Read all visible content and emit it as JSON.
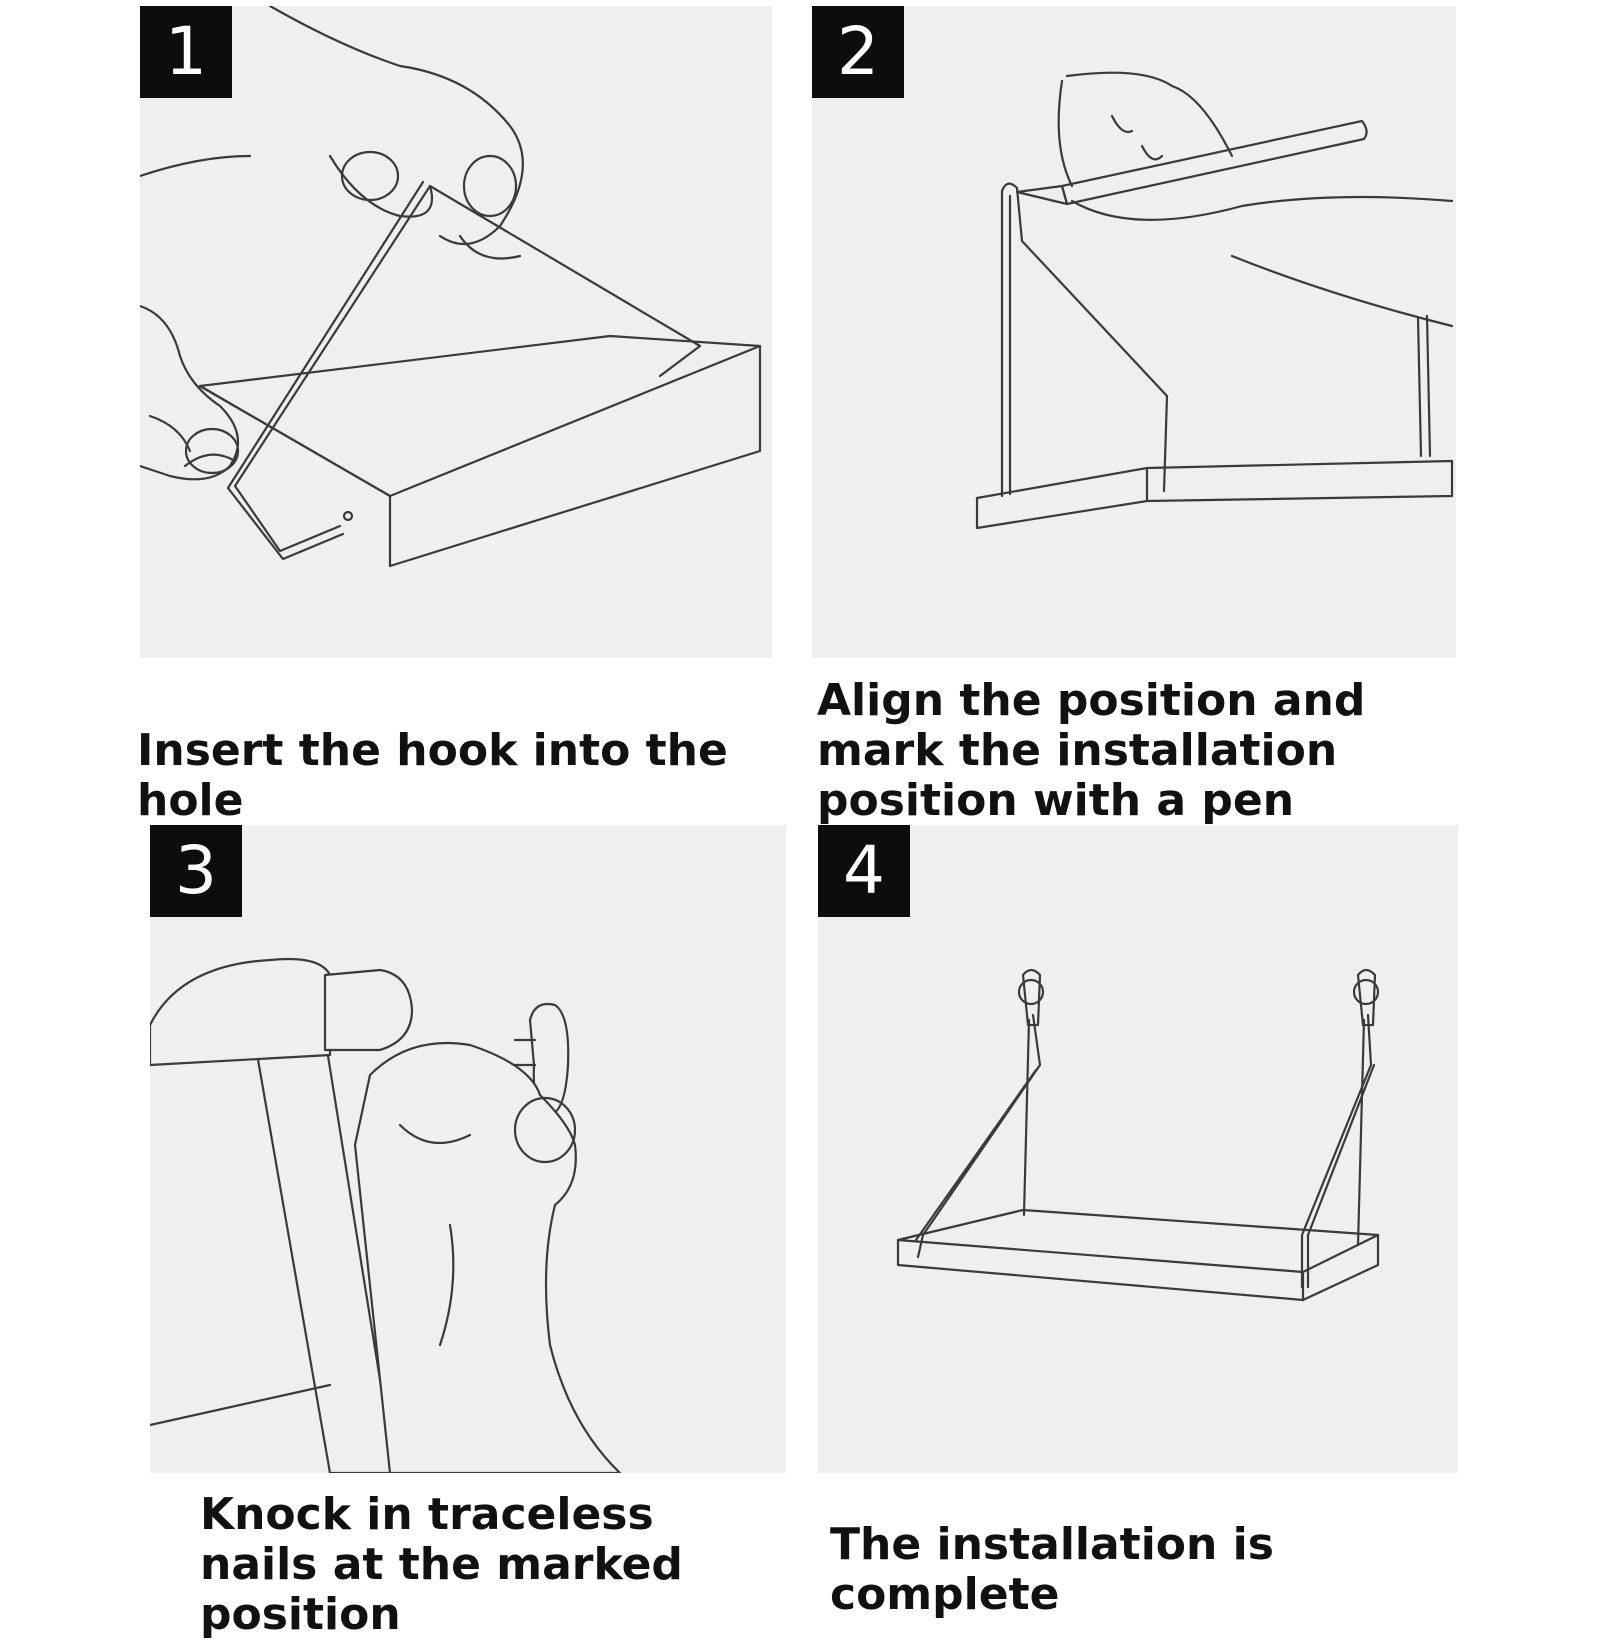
{
  "steps": [
    {
      "number": "1",
      "caption": "Insert the hook into the hole"
    },
    {
      "number": "2",
      "caption": "Align the position and mark the installation position with a pen"
    },
    {
      "number": "3",
      "caption": "Knock in traceless nails at the marked position"
    },
    {
      "number": "4",
      "caption": "The installation is complete"
    }
  ],
  "colors": {
    "panel_bg": "#efefef",
    "badge_bg": "#0d0d0d",
    "line": "#3a3a3a",
    "text": "#111111"
  }
}
